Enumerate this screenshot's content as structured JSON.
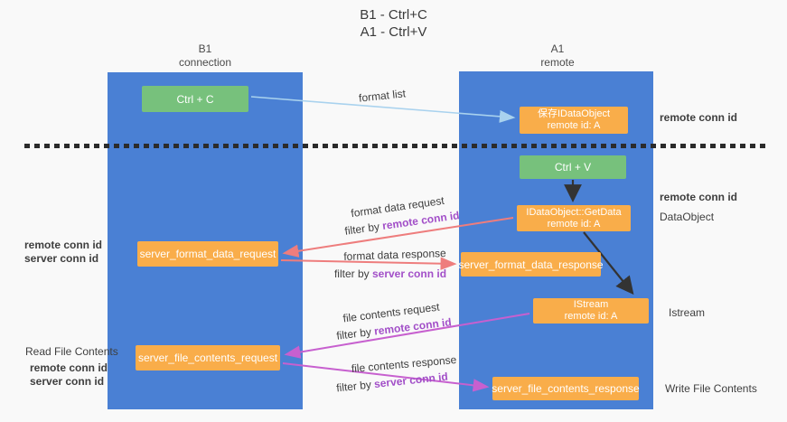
{
  "title": {
    "line1": "B1 - Ctrl+C",
    "line2": "A1 - Ctrl+V"
  },
  "lanes": {
    "left": {
      "name": "B1",
      "role": "connection"
    },
    "right": {
      "name": "A1",
      "role": "remote"
    }
  },
  "nodes": {
    "ctrl_c": "Ctrl + C",
    "ctrl_v": "Ctrl + V",
    "save_idataobject": {
      "line1": "保存IDataObject",
      "line2": "remote id: A"
    },
    "getdata": {
      "line1": "IDataObject::GetData",
      "line2": "remote id: A"
    },
    "istream": {
      "line1": "IStream",
      "line2": "remote id: A"
    },
    "server_format_data_request": "server_format_data_request",
    "server_format_data_response": "server_format_data_response",
    "server_file_contents_request": "server_file_contents_request",
    "server_file_contents_response": "server_file_contents_response"
  },
  "labels": {
    "format_list": "format list",
    "format_data_request": "format data request",
    "format_data_response": "format data response",
    "file_contents_request": "file contents request",
    "file_contents_response": "file contents response",
    "filter_by": "filter by ",
    "remote_conn_id": "remote conn id",
    "server_conn_id": "server conn id",
    "dataobject": "DataObject",
    "istream_side": "Istream",
    "read_file_contents": "Read File Contents",
    "write_file_contents": "Write File Contents"
  },
  "colors": {
    "lane_blue": "#4a80d4",
    "box_green": "#77c17c",
    "box_orange": "#f9ad4a",
    "arrow_light_blue": "#a9d2ee",
    "arrow_salmon": "#ee7d7d",
    "arrow_magenta": "#c760cf",
    "arrow_black": "#333333",
    "text_purple": "#a24fc8",
    "text_green": "#54b95e",
    "dashed_line": "#2b2b2b"
  }
}
